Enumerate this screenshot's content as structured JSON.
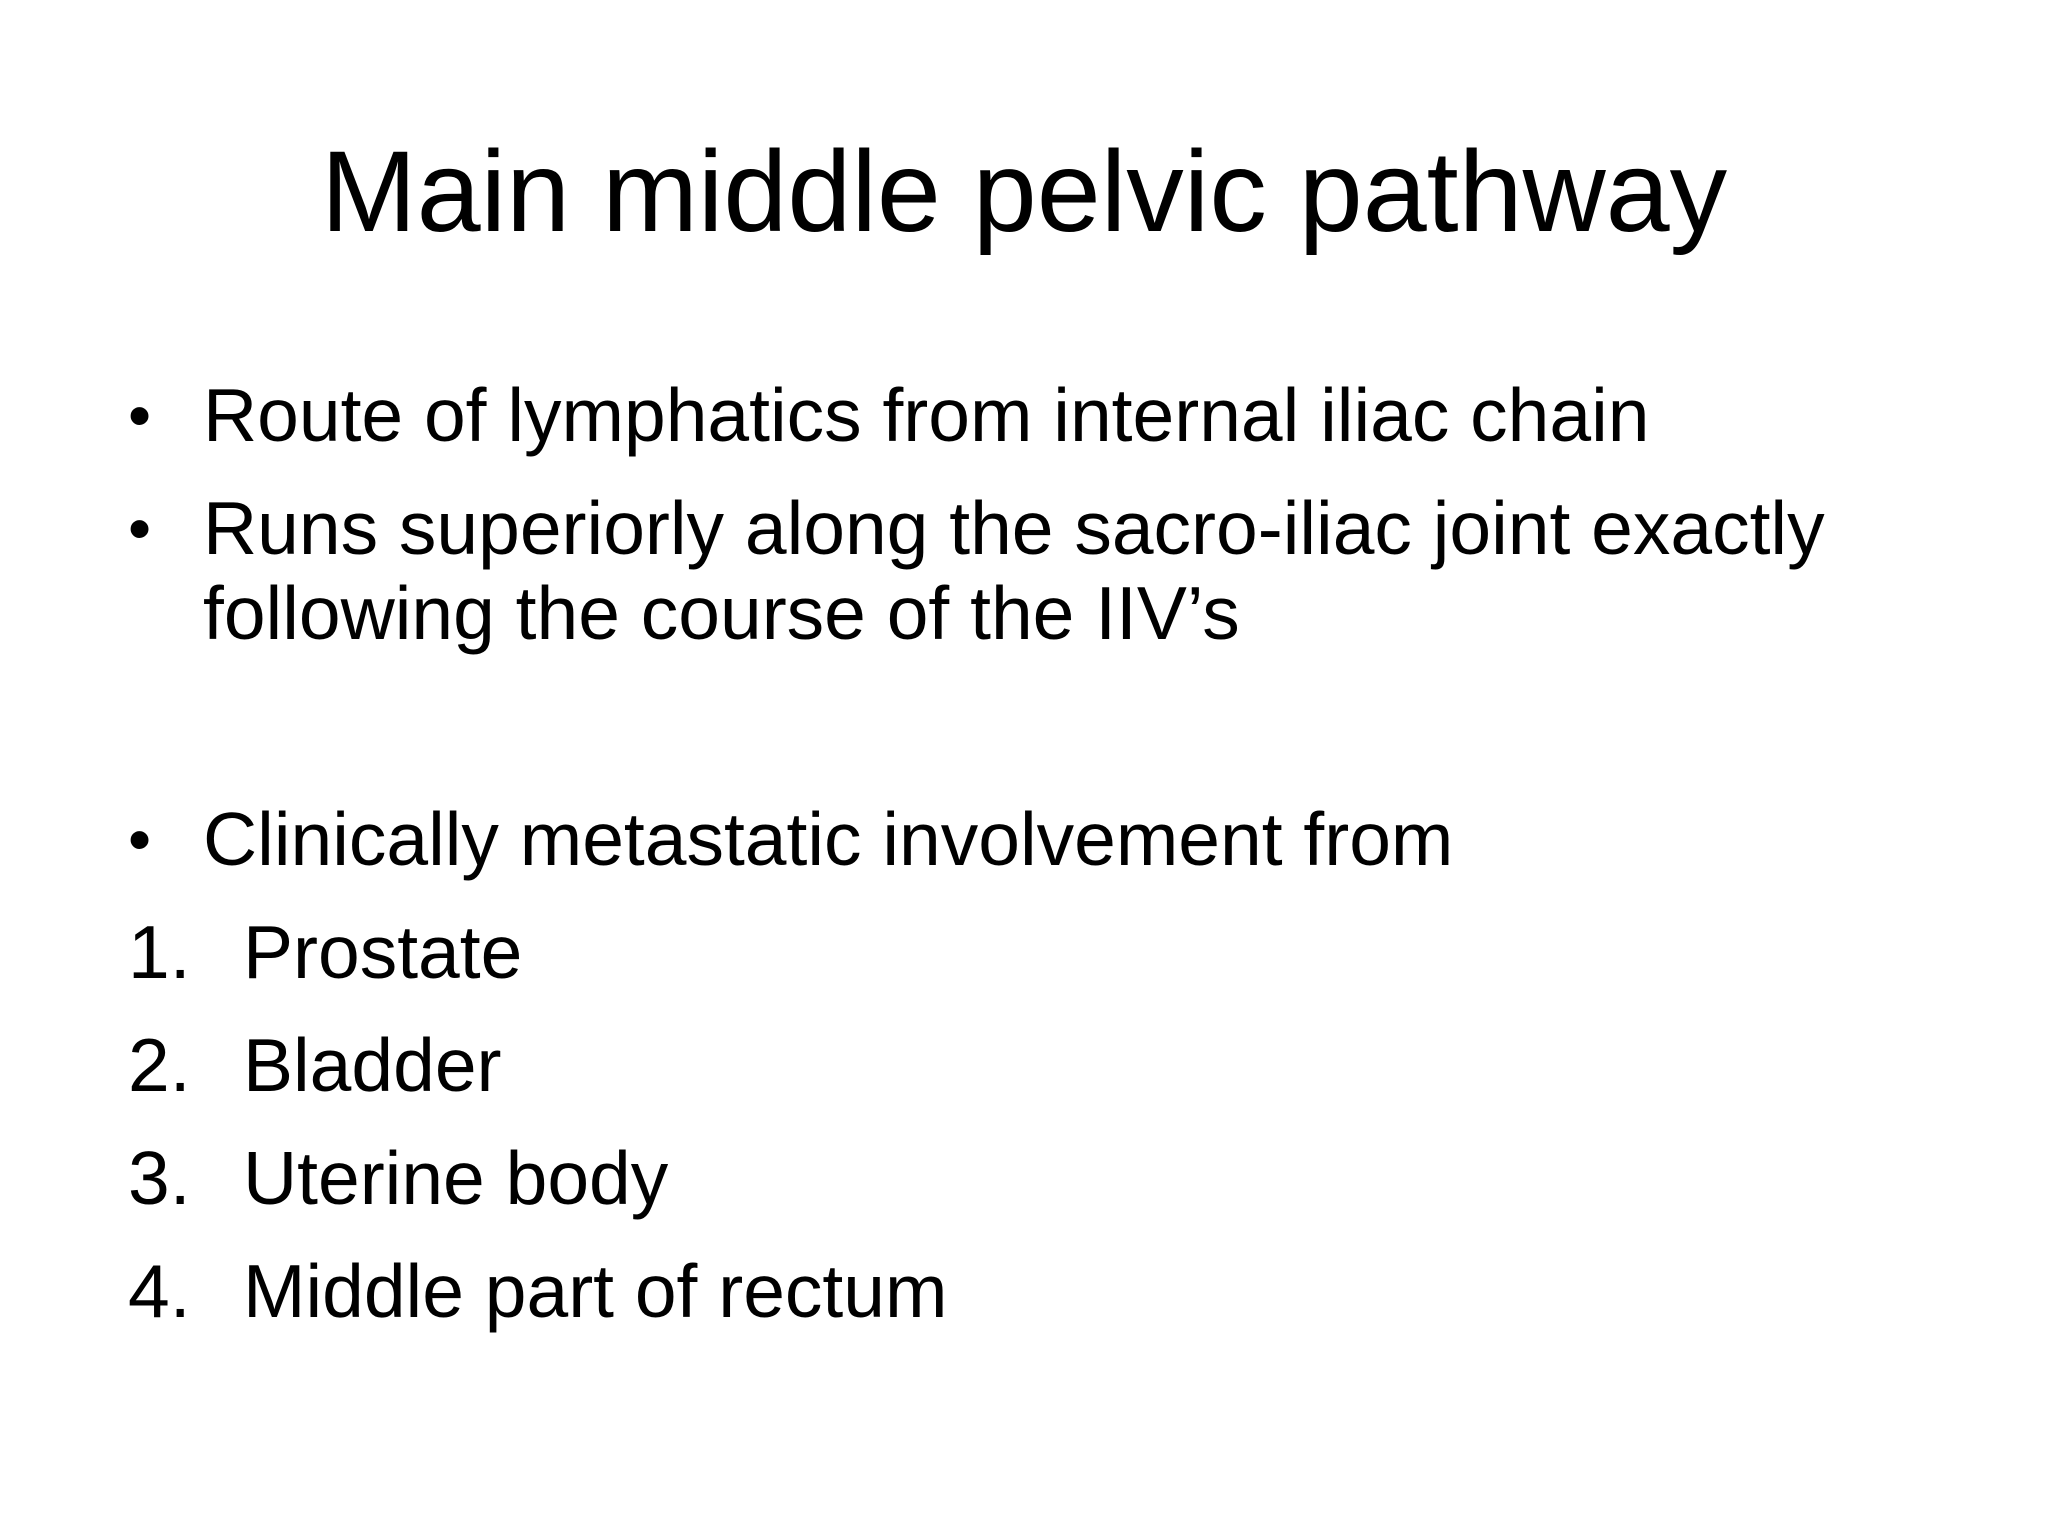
{
  "slide": {
    "title": "Main middle pelvic pathway",
    "colors": {
      "background": "#ffffff",
      "text": "#000000"
    },
    "bullet_char": "•",
    "bullets": [
      {
        "lines": {
          "0": "Route of lymphatics from internal iliac chain"
        }
      },
      {
        "lines": {
          "0": "Runs superiorly along the sacro-iliac joint exactly",
          "1": "following the course of the IIV’s"
        }
      },
      {
        "lines": {
          "0": "Clinically metastatic involvement from"
        }
      }
    ],
    "numbered_items": [
      {
        "marker": "1.",
        "text": "Prostate"
      },
      {
        "marker": "2.",
        "text": "Bladder"
      },
      {
        "marker": "3.",
        "text": "Uterine body"
      },
      {
        "marker": "4.",
        "text": "Middle part of rectum"
      }
    ]
  }
}
